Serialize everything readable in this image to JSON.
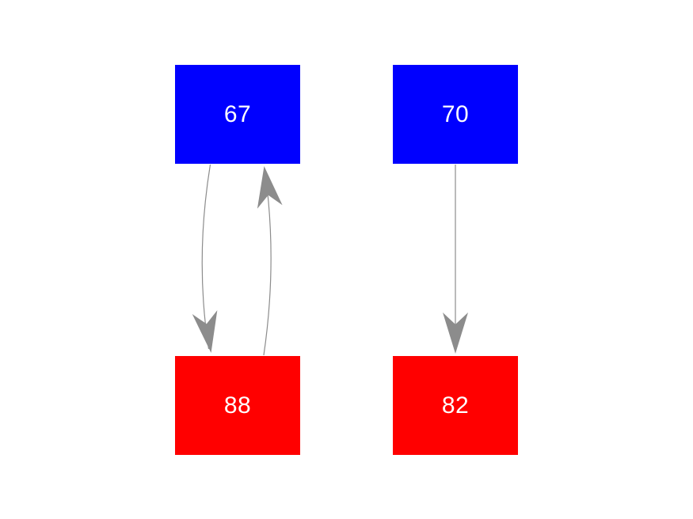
{
  "diagram": {
    "type": "directed-graph",
    "background_color": "#ffffff",
    "edge_color": "#8c8c8c",
    "nodes": [
      {
        "id": "67",
        "label": "67",
        "fill": "#0000ff",
        "text_color": "#ffffff",
        "shape": "rectangle",
        "position": "top-left"
      },
      {
        "id": "70",
        "label": "70",
        "fill": "#0000ff",
        "text_color": "#ffffff",
        "shape": "rectangle",
        "position": "top-right"
      },
      {
        "id": "88",
        "label": "88",
        "fill": "#ff0000",
        "text_color": "#ffffff",
        "shape": "rectangle",
        "position": "bottom-left"
      },
      {
        "id": "82",
        "label": "82",
        "fill": "#ff0000",
        "text_color": "#ffffff",
        "shape": "rectangle",
        "position": "bottom-right"
      }
    ],
    "edges": [
      {
        "from": "67",
        "to": "88",
        "style": "curved",
        "direction": "down"
      },
      {
        "from": "88",
        "to": "67",
        "style": "curved",
        "direction": "up"
      },
      {
        "from": "70",
        "to": "82",
        "style": "straight",
        "direction": "down"
      }
    ]
  }
}
